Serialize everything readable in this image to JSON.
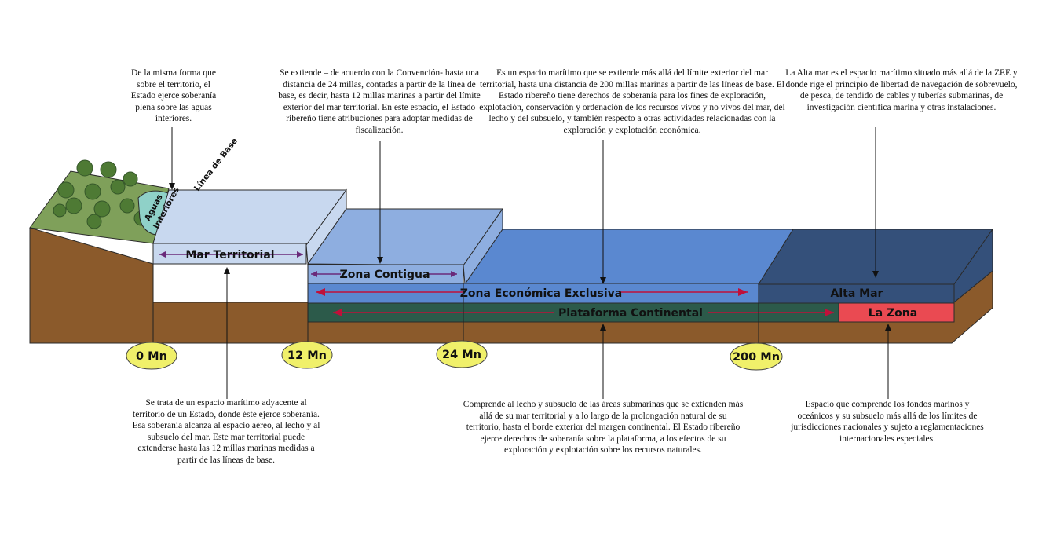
{
  "notes": {
    "aguas_interiores": "De la misma forma que sobre el territorio, el Estado ejerce soberanía plena sobre las aguas interiores.",
    "zona_contigua": "Se extiende – de acuerdo con la Convención- hasta una distancia de 24 millas, contadas a partir de la línea de base, es decir, hasta 12 millas marinas a partir del límite exterior del mar territorial. En este espacio, el Estado ribereño tiene atribuciones para adoptar medidas de fiscalización.",
    "zee": "Es un espacio marítimo que se extiende más allá del límite exterior del mar territorial, hasta una distancia de 200 millas marinas a partir de las líneas de base. El Estado ribereño tiene derechos de soberanía para los fines de exploración, explotación, conservación y ordenación de los recursos vivos y no vivos del mar, del lecho y del subsuelo, y también respecto a otras actividades relacionadas con la exploración y explotación económica.",
    "alta_mar": "La Alta mar es el espacio marítimo situado más allá de la ZEE y donde rige el principio de libertad de navegación de sobrevuelo, de pesca, de tendido de cables y tuberías submarinas, de investigación científica marina y otras instalaciones.",
    "mar_territorial": "Se trata de un espacio marítimo adyacente al territorio de un Estado, donde éste ejerce soberanía. Esa soberanía alcanza al espacio aéreo, al lecho y al subsuelo del mar. Este mar territorial puede extenderse hasta las 12 millas marinas medidas a partir de las líneas de base.",
    "plataforma": "Comprende al lecho y subsuelo de las áreas submarinas que se extienden más allá de su mar territorial y a lo largo de la prolongación natural de su territorio, hasta el borde exterior del margen continental. El Estado ribereño ejerce derechos de soberanía sobre la plataforma, a los efectos de su exploración y explotación sobre los recursos naturales.",
    "la_zona": "Espacio que comprende los fondos marinos y oceánicos y su subsuelo más allá de los límites de jurisdicciones nacionales y sujeto a reglamentaciones internacionales especiales."
  },
  "labels": {
    "linea_base": "Línea de Base",
    "aguas_interiores_1": "Aguas",
    "aguas_interiores_2": "Interiores",
    "mar_territorial": "Mar Territorial",
    "zona_contigua": "Zona Contigua",
    "zee": "Zona Económica Exclusiva",
    "plataforma": "Plataforma Continental",
    "alta_mar": "Alta Mar",
    "la_zona": "La Zona"
  },
  "miles": [
    "0 Mn",
    "12 Mn",
    "24 Mn",
    "200 Mn"
  ],
  "colors": {
    "earth": "#8b5a2b",
    "land": "#7fa05a",
    "mar_territorial": "#c8d8ef",
    "zona_contigua": "#8eaee0",
    "zee": "#5a88d0",
    "alta_mar": "#34507a",
    "plataforma": "#2c5a4a",
    "la_zona": "#ea4a52",
    "mile_marker": "#f0f06a",
    "arrow": "#c0103a"
  }
}
